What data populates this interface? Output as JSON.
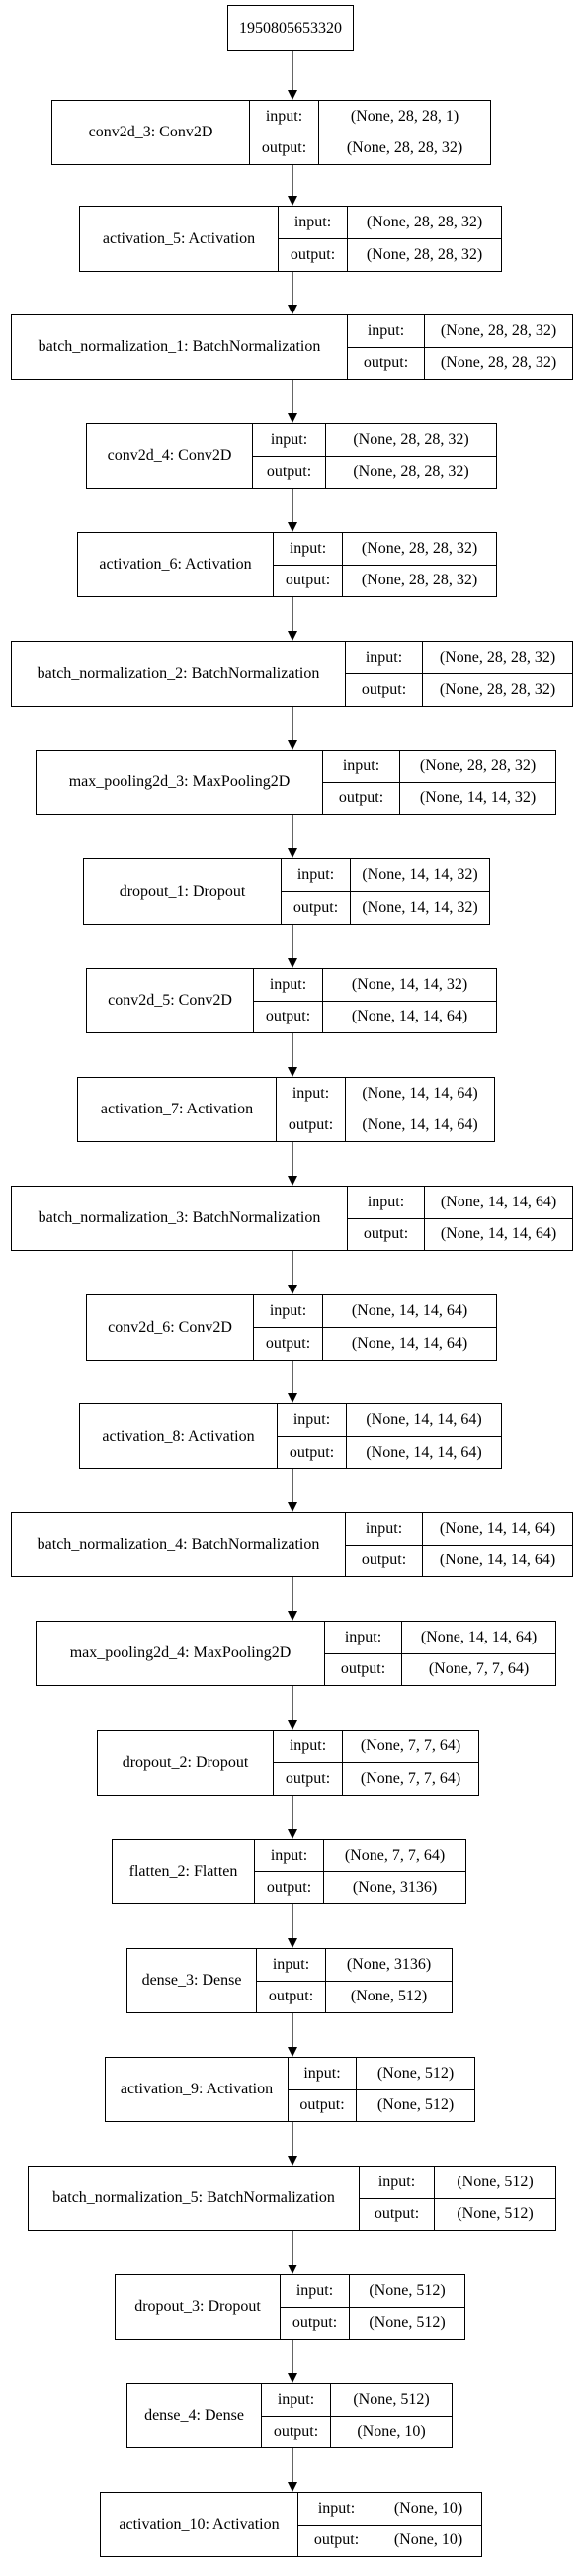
{
  "root": {
    "label": "1950805653320"
  },
  "labels": {
    "input": "input:",
    "output": "output:"
  },
  "layers": [
    {
      "name": "conv2d_3: Conv2D",
      "input": "(None, 28, 28, 1)",
      "output": "(None, 28, 28, 32)"
    },
    {
      "name": "activation_5: Activation",
      "input": "(None, 28, 28, 32)",
      "output": "(None, 28, 28, 32)"
    },
    {
      "name": "batch_normalization_1: BatchNormalization",
      "input": "(None, 28, 28, 32)",
      "output": "(None, 28, 28, 32)"
    },
    {
      "name": "conv2d_4: Conv2D",
      "input": "(None, 28, 28, 32)",
      "output": "(None, 28, 28, 32)"
    },
    {
      "name": "activation_6: Activation",
      "input": "(None, 28, 28, 32)",
      "output": "(None, 28, 28, 32)"
    },
    {
      "name": "batch_normalization_2: BatchNormalization",
      "input": "(None, 28, 28, 32)",
      "output": "(None, 28, 28, 32)"
    },
    {
      "name": "max_pooling2d_3: MaxPooling2D",
      "input": "(None, 28, 28, 32)",
      "output": "(None, 14, 14, 32)"
    },
    {
      "name": "dropout_1: Dropout",
      "input": "(None, 14, 14, 32)",
      "output": "(None, 14, 14, 32)"
    },
    {
      "name": "conv2d_5: Conv2D",
      "input": "(None, 14, 14, 32)",
      "output": "(None, 14, 14, 64)"
    },
    {
      "name": "activation_7: Activation",
      "input": "(None, 14, 14, 64)",
      "output": "(None, 14, 14, 64)"
    },
    {
      "name": "batch_normalization_3: BatchNormalization",
      "input": "(None, 14, 14, 64)",
      "output": "(None, 14, 14, 64)"
    },
    {
      "name": "conv2d_6: Conv2D",
      "input": "(None, 14, 14, 64)",
      "output": "(None, 14, 14, 64)"
    },
    {
      "name": "activation_8: Activation",
      "input": "(None, 14, 14, 64)",
      "output": "(None, 14, 14, 64)"
    },
    {
      "name": "batch_normalization_4: BatchNormalization",
      "input": "(None, 14, 14, 64)",
      "output": "(None, 14, 14, 64)"
    },
    {
      "name": "max_pooling2d_4: MaxPooling2D",
      "input": "(None, 14, 14, 64)",
      "output": "(None, 7, 7, 64)"
    },
    {
      "name": "dropout_2: Dropout",
      "input": "(None, 7, 7, 64)",
      "output": "(None, 7, 7, 64)"
    },
    {
      "name": "flatten_2: Flatten",
      "input": "(None, 7, 7, 64)",
      "output": "(None, 3136)"
    },
    {
      "name": "dense_3: Dense",
      "input": "(None, 3136)",
      "output": "(None, 512)"
    },
    {
      "name": "activation_9: Activation",
      "input": "(None, 512)",
      "output": "(None, 512)"
    },
    {
      "name": "batch_normalization_5: BatchNormalization",
      "input": "(None, 512)",
      "output": "(None, 512)"
    },
    {
      "name": "dropout_3: Dropout",
      "input": "(None, 512)",
      "output": "(None, 512)"
    },
    {
      "name": "dense_4: Dense",
      "input": "(None, 512)",
      "output": "(None, 10)"
    },
    {
      "name": "activation_10: Activation",
      "input": "(None, 10)",
      "output": "(None, 10)"
    }
  ]
}
